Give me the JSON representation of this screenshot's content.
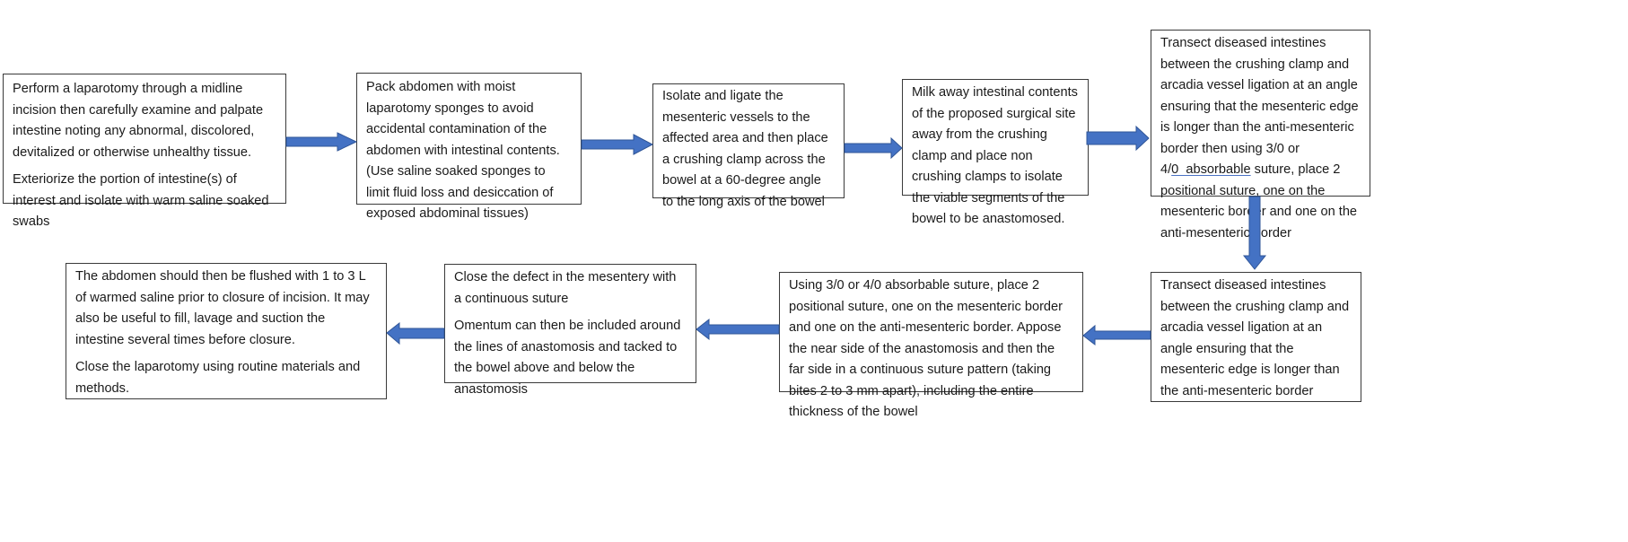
{
  "colors": {
    "arrow_fill": "#4472c4",
    "arrow_stroke": "#2f5597",
    "box_border": "#3a3a3a",
    "text": "#1a1a1a"
  },
  "steps": [
    {
      "id": "step1",
      "paragraphs": [
        "Perform a laparotomy through a midline incision then carefully examine and palpate intestine noting any abnormal, discolored, devitalized or otherwise unhealthy tissue.",
        "Exteriorize the portion of intestine(s) of interest and isolate with warm saline soaked swabs"
      ]
    },
    {
      "id": "step2",
      "paragraphs": [
        "Pack abdomen with moist laparotomy sponges to avoid accidental contamination of the abdomen with intestinal contents. (Use saline soaked sponges to limit fluid loss and desiccation of exposed abdominal tissues)"
      ]
    },
    {
      "id": "step3",
      "paragraphs": [
        "Isolate and ligate the mesenteric vessels to the affected area and then place a crushing clamp across the bowel at a 60-degree angle to the long axis of the bowel"
      ]
    },
    {
      "id": "step4",
      "paragraphs": [
        "Milk away intestinal contents of the proposed surgical site away from the crushing clamp and place non crushing clamps to isolate the viable segments of the bowel to be anastomosed."
      ]
    },
    {
      "id": "step5",
      "text_before": "Transect diseased intestines between the crushing clamp and arcadia vessel ligation at an angle ensuring that the mesenteric edge is longer than the anti-mesenteric border then using 3/0 or 4/",
      "text_underlined": "0  absorbable",
      "text_after": " suture, place 2 positional suture, one on the mesenteric border and one on the anti-mesenteric border"
    },
    {
      "id": "step6",
      "paragraphs": [
        "Transect diseased intestines between the crushing clamp and arcadia vessel ligation at an angle ensuring that the mesenteric edge is longer than the anti-mesenteric border"
      ]
    },
    {
      "id": "step7",
      "paragraphs": [
        "Using 3/0 or 4/0 absorbable suture, place 2 positional suture, one on the mesenteric border and one on the anti-mesenteric border. Appose the near side of the anastomosis and then the far side in a continuous suture pattern (taking bites 2 to 3 mm apart), including the entire thickness of the bowel"
      ]
    },
    {
      "id": "step8",
      "paragraphs": [
        "Close the defect in the mesentery with a continuous suture",
        "Omentum can then be included around the lines of anastomosis and tacked to the bowel above and below the anastomosis"
      ]
    },
    {
      "id": "step9",
      "paragraphs": [
        "The abdomen should then be flushed with 1 to 3 L of warmed saline prior to closure of incision. It may also be useful to fill, lavage and suction the intestine several times before closure.",
        "Close the laparotomy using routine materials and methods."
      ]
    }
  ]
}
